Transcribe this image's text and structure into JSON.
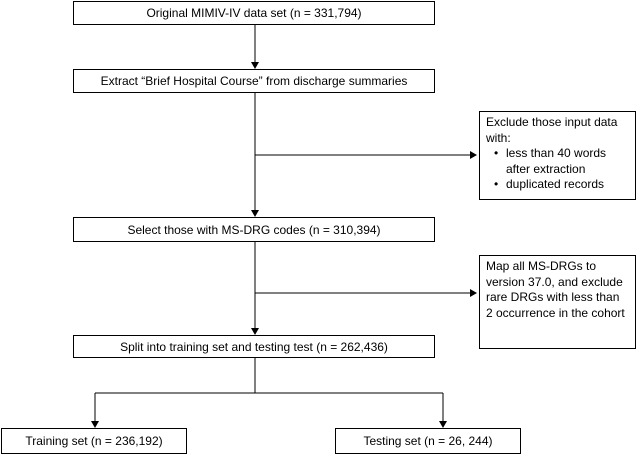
{
  "flow": {
    "step1": "Original MIMIV-IV data set (n = 331,794)",
    "step2": "Extract “Brief Hospital Course” from discharge summaries",
    "step3": "Select those with MS-DRG codes (n = 310,394)",
    "step4": "Split into training set and testing test (n = 262,436)",
    "training": "Training set (n = 236,192)",
    "testing": "Testing set (n = 26, 244)"
  },
  "exclusion1": {
    "heading": "Exclude those input data with:",
    "bullets": [
      "less than 40 words after extraction",
      "duplicated records"
    ]
  },
  "exclusion2": {
    "text": "Map all MS-DRGs to version 37.0, and exclude rare DRGs with less than 2 occurrence in the cohort"
  }
}
